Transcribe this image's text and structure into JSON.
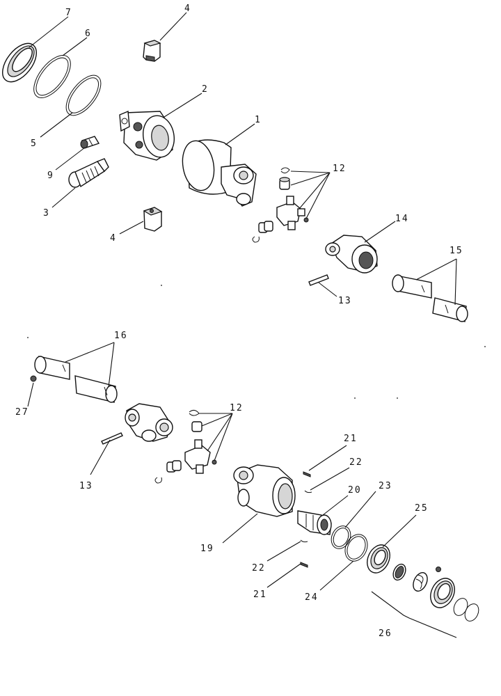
{
  "callouts": {
    "c1": "1",
    "c2": "2",
    "c3": "3",
    "c4a": "4",
    "c4b": "4",
    "c5": "5",
    "c6": "6",
    "c7": "7",
    "c9": "9",
    "c12a": "12",
    "c12b": "12",
    "c13a": "13",
    "c13b": "13",
    "c14": "14",
    "c15": "15",
    "c16": "16",
    "c19": "19",
    "c20": "20",
    "c21a": "21",
    "c21b": "21",
    "c22a": "22",
    "c22b": "22",
    "c23": "23",
    "c24": "24",
    "c25": "25",
    "c26": "26",
    "c27": "27"
  }
}
